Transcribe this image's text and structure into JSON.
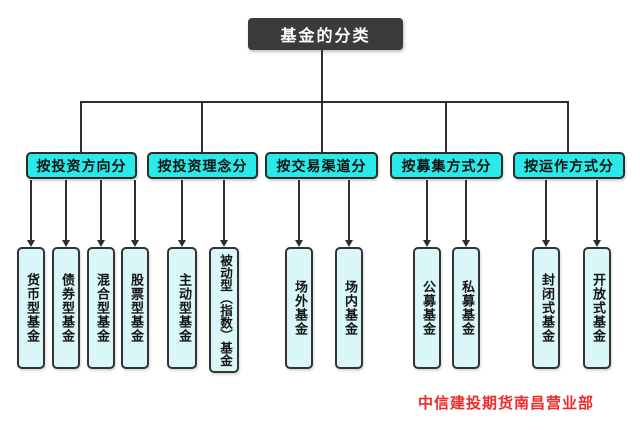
{
  "root": {
    "label": "基金的分类"
  },
  "colors": {
    "root_bg": "#3b3b3b",
    "root_text": "#ffffff",
    "category_bg": "#29e9e9",
    "leaf_bg": "#d9f7f8",
    "line": "#2e2e2e",
    "border": "#2b2b2b",
    "footer_red": "#f02a2a",
    "background": "#ffffff"
  },
  "groups": [
    {
      "label": "按投资方向分",
      "children": [
        "货币型基金",
        "债券型基金",
        "混合型基金",
        "股票型基金"
      ]
    },
    {
      "label": "按投资理念分",
      "children": [
        "主动型基金",
        "被动型（指数）基金"
      ]
    },
    {
      "label": "按交易渠道分",
      "children": [
        "场外基金",
        "场内基金"
      ]
    },
    {
      "label": "按募集方式分",
      "children": [
        "公募基金",
        "私募基金"
      ]
    },
    {
      "label": "按运作方式分",
      "children": [
        "封闭式基金",
        "开放式基金"
      ]
    }
  ],
  "footer": {
    "watermark": "中信建投期货南昌营业部"
  }
}
